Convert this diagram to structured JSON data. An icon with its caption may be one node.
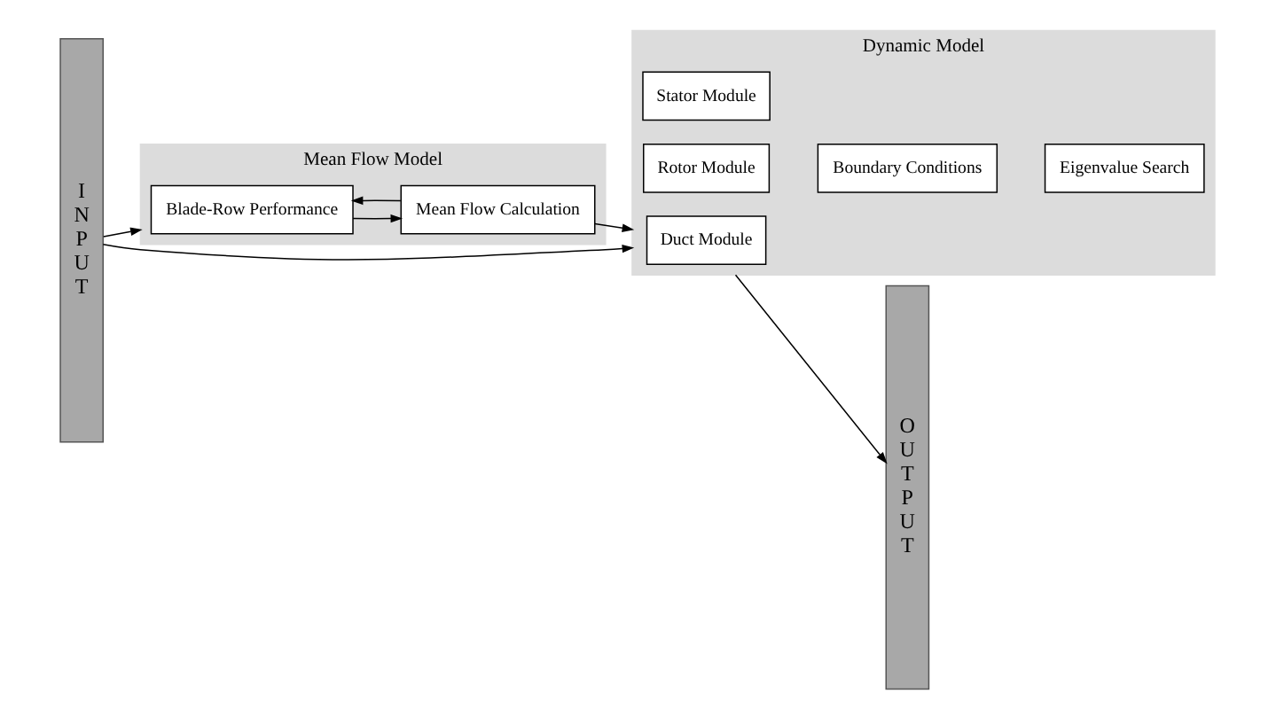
{
  "diagram": {
    "nodes": [
      {
        "text": [
          "I N P U T"
        ]
      },
      {
        "text": [
          "Mean Flow Model"
        ]
      },
      {
        "text": [
          "Blade-Row Performance"
        ],
        "in": 1
      },
      {
        "text": [
          "Mean Flow Calculation"
        ],
        "in": 1
      },
      {
        "text": [
          "Dynamic Model"
        ]
      },
      {
        "text": [
          "Duct Module"
        ],
        "in": 4
      },
      {
        "text": [
          "Rotor Module"
        ],
        "in": 4
      },
      {
        "text": [
          "Stator Module"
        ],
        "in": 4
      },
      {
        "text": [
          "Boundary Conditions"
        ],
        "in": 4
      },
      {
        "text": [
          "Eigenvalue Search"
        ],
        "in": 4
      },
      {
        "text": [
          "O U T P U T"
        ]
      }
    ],
    "edges": [
      {
        "from": 0,
        "to": 1,
        "arrow": "to"
      },
      {
        "from": 2,
        "to": 3,
        "arrow": "to"
      },
      {
        "from": 3,
        "to": 2,
        "arrow": "to"
      },
      {
        "from": 3,
        "to": 4,
        "arrow": "to"
      },
      {
        "from": 0,
        "to": 4,
        "arrow": "to"
      },
      {
        "from": 4,
        "to": 10,
        "arrow": "to"
      }
    ]
  }
}
